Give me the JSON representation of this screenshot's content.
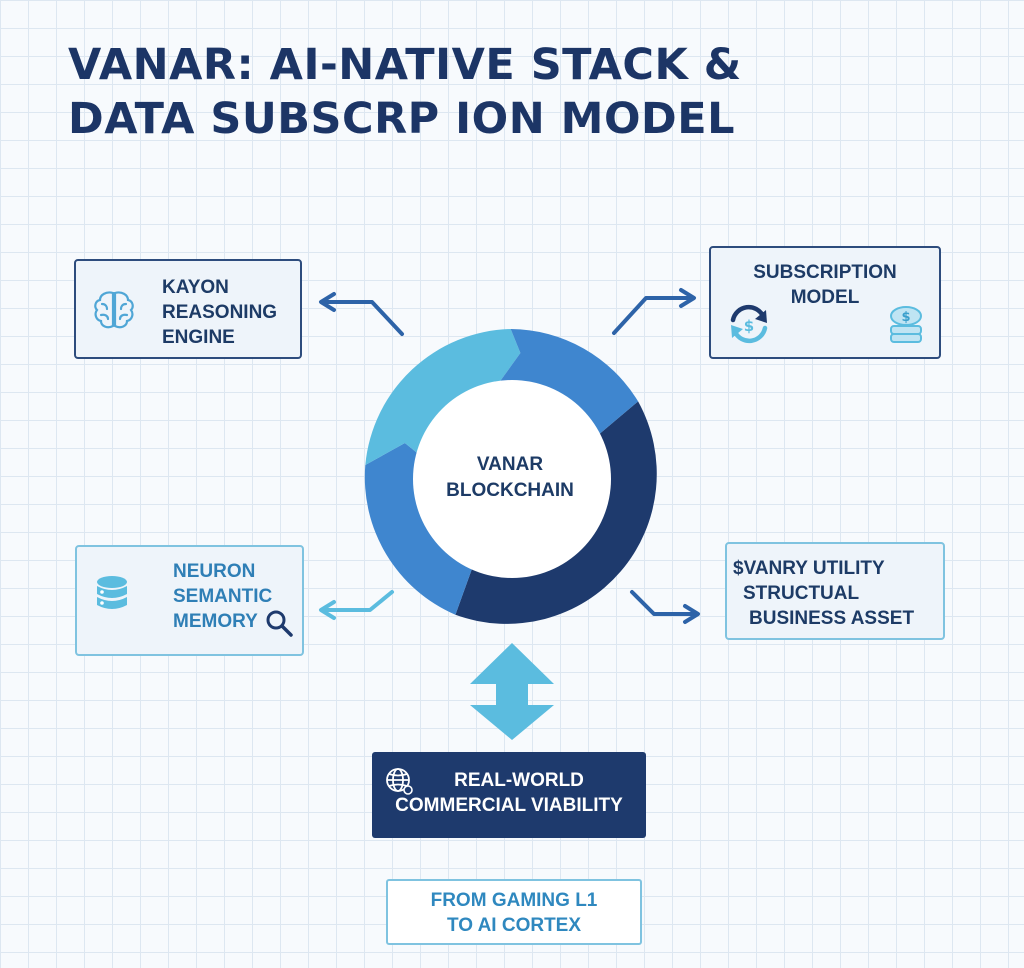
{
  "title": {
    "line1": "VANAR: AI-NATIVE STACK &",
    "line2": "DATA SUBSCRP ION MODEL"
  },
  "center": {
    "line1": "VANAR",
    "line2": "BLOCKCHAIN"
  },
  "nodes": {
    "kayon": {
      "line1": "KAYON",
      "line2": "REASONING",
      "line3": "ENGINE",
      "icon": "brain-icon"
    },
    "subscription": {
      "line1": "SUBSCRIPTION",
      "line2": "MODEL",
      "icons": [
        "refresh-dollar-icon",
        "coin-stack-icon"
      ]
    },
    "neuron": {
      "line1": "NEURON",
      "line2": "SEMANTIC",
      "line3": "MEMORY",
      "icons": [
        "database-icon",
        "magnifier-icon"
      ]
    },
    "vanry": {
      "line1": "$VANRY UTILITY",
      "line2": "STRUCTUAL",
      "line3": "BUSINESS ASSET"
    },
    "viability": {
      "line1": "REAL-WORLD",
      "line2": "COMMERCIAL VIABILITY",
      "icon": "globe-icon"
    },
    "footer": {
      "line1": "FROM GAMING L1",
      "line2": "TO AI CORTEX"
    }
  },
  "colors": {
    "navy": "#1e3a6d",
    "title": "#1c3566",
    "blue": "#3f86cf",
    "light_blue": "#5bbcdf",
    "box_border_dark": "#2d4c7d",
    "box_border_light": "#7fc3e0"
  }
}
